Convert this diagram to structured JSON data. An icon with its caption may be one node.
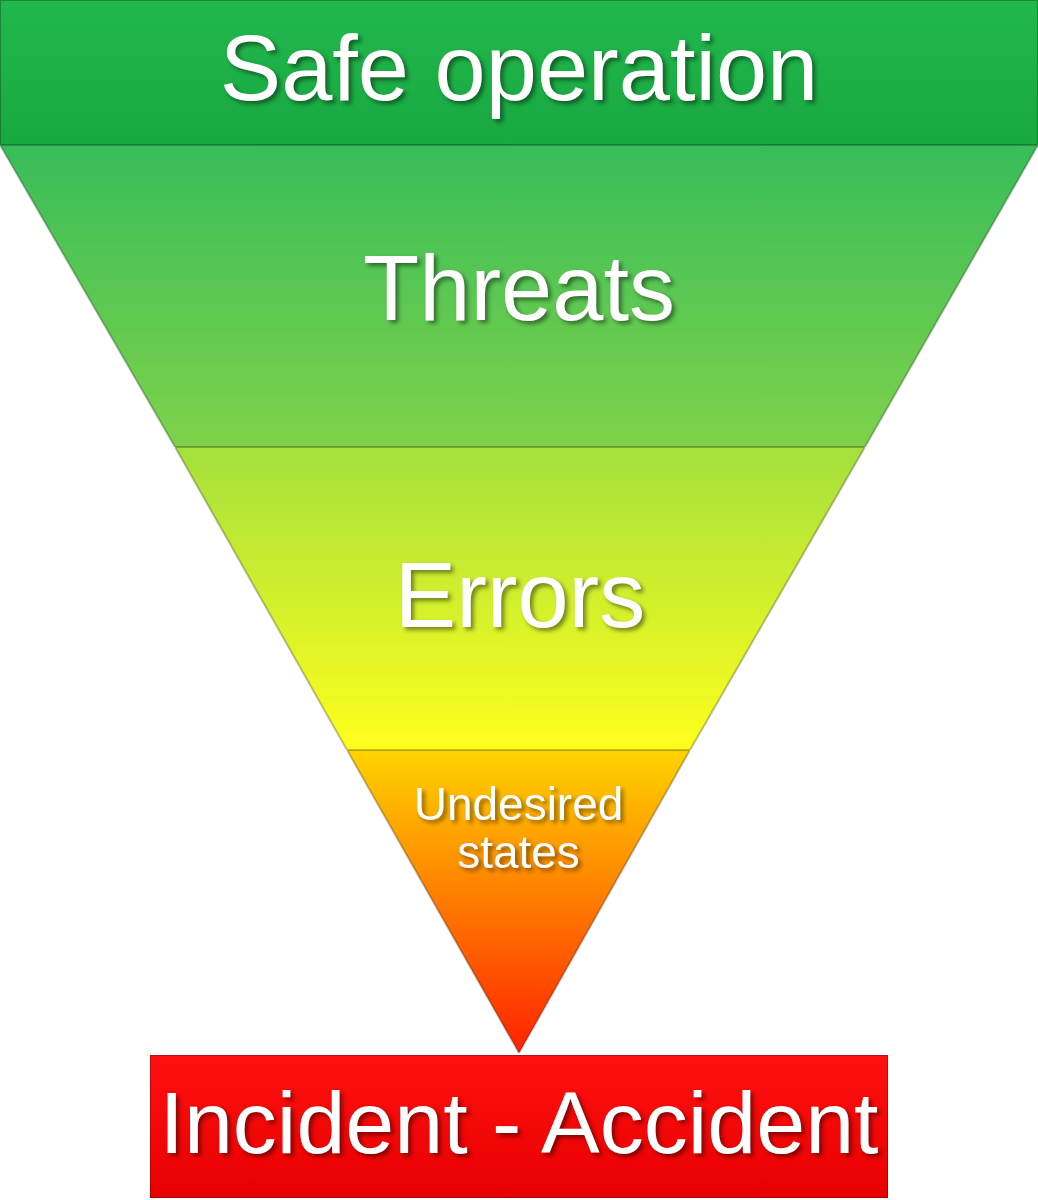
{
  "diagram": {
    "nodes": [
      {
        "text": [
          "Safe operation"
        ]
      },
      {
        "text": [
          "Threats"
        ]
      },
      {
        "text": [
          "Errors"
        ]
      },
      {
        "text": [
          "Undesired states"
        ]
      },
      {
        "text": [
          "Incident - Accident"
        ]
      }
    ]
  }
}
